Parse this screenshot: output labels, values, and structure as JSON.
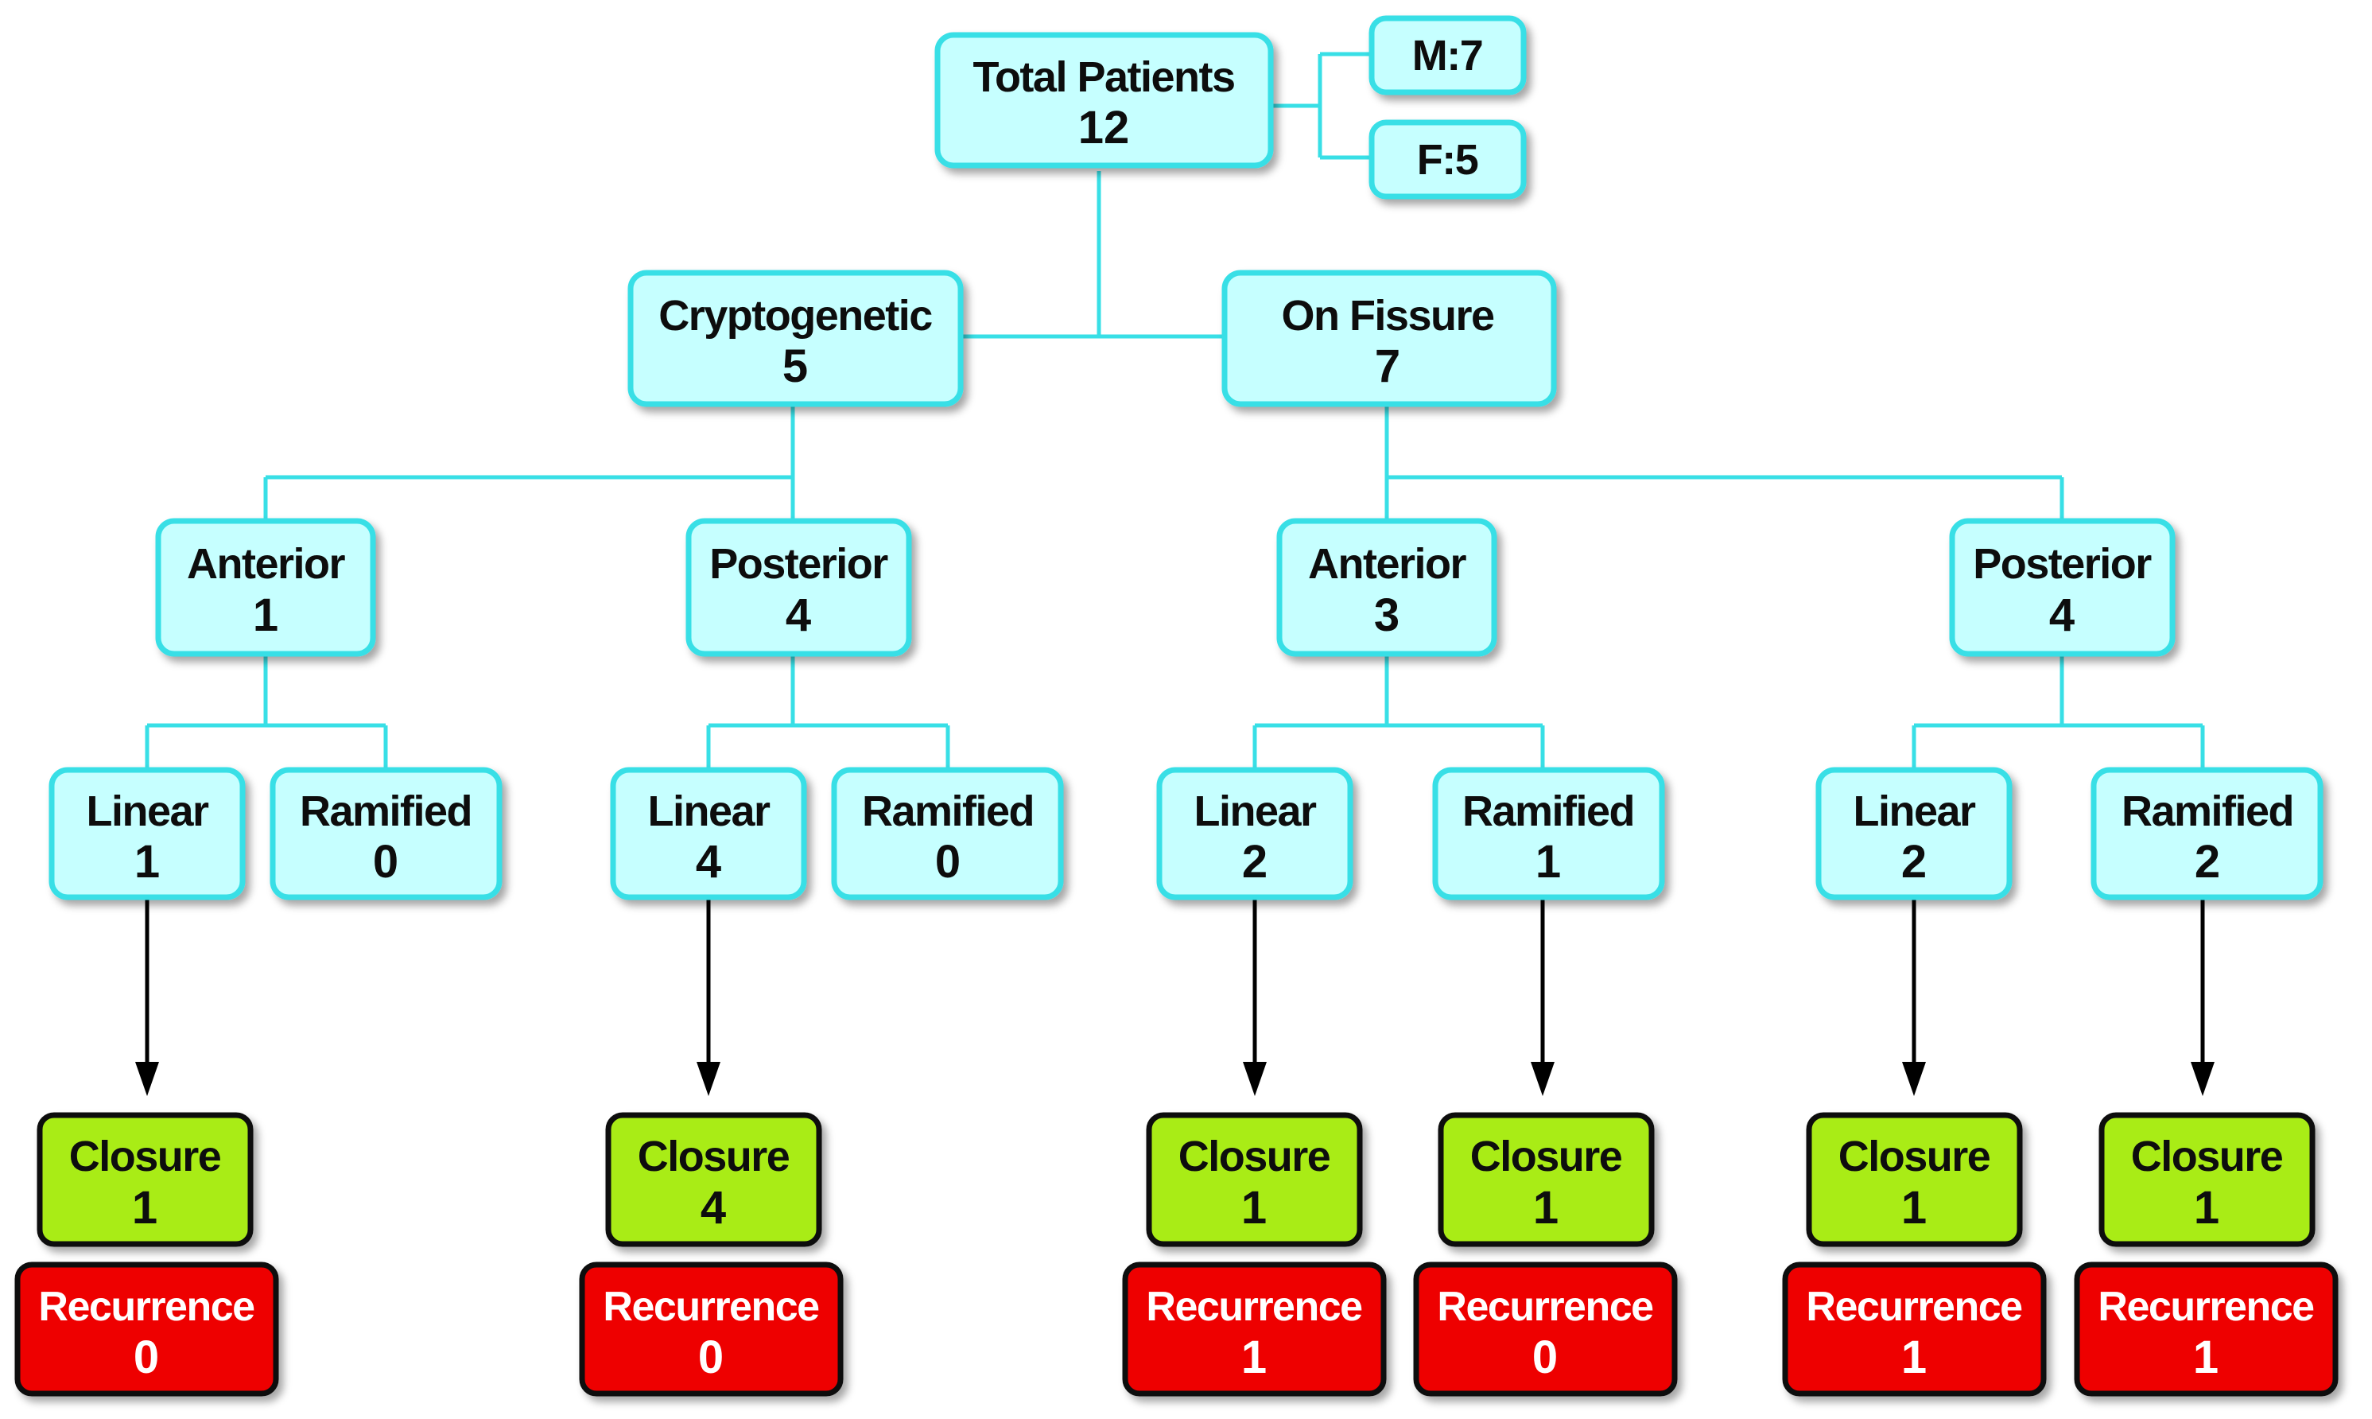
{
  "colors": {
    "cyan_fill": "#c6ffff",
    "cyan_stroke": "#38dfe6",
    "green_fill": "#a9ec18",
    "red_fill": "#ee0000",
    "dark_stroke": "#111111",
    "connector": "#38dfe6",
    "arrow": "#000000",
    "text_dark": "#111111",
    "text_light": "#ffffff"
  },
  "nodes": {
    "total": {
      "label": "Total Patients",
      "value": "12"
    },
    "male": {
      "label": "M:7"
    },
    "female": {
      "label": "F:5"
    },
    "cryptogenetic": {
      "label": "Cryptogenetic",
      "value": "5"
    },
    "on_fissure": {
      "label": "On Fissure",
      "value": "7"
    },
    "crypto_anterior": {
      "label": "Anterior",
      "value": "1"
    },
    "crypto_posterior": {
      "label": "Posterior",
      "value": "4"
    },
    "fissure_anterior": {
      "label": "Anterior",
      "value": "3"
    },
    "fissure_posterior": {
      "label": "Posterior",
      "value": "4"
    },
    "ca_linear": {
      "label": "Linear",
      "value": "1"
    },
    "ca_ramified": {
      "label": "Ramified",
      "value": "0"
    },
    "cp_linear": {
      "label": "Linear",
      "value": "4"
    },
    "cp_ramified": {
      "label": "Ramified",
      "value": "0"
    },
    "fa_linear": {
      "label": "Linear",
      "value": "2"
    },
    "fa_ramified": {
      "label": "Ramified",
      "value": "1"
    },
    "fp_linear": {
      "label": "Linear",
      "value": "2"
    },
    "fp_ramified": {
      "label": "Ramified",
      "value": "2"
    },
    "closure_1": {
      "label": "Closure",
      "value": "1"
    },
    "closure_2": {
      "label": "Closure",
      "value": "4"
    },
    "closure_3": {
      "label": "Closure",
      "value": "1"
    },
    "closure_4": {
      "label": "Closure",
      "value": "1"
    },
    "closure_5": {
      "label": "Closure",
      "value": "1"
    },
    "closure_6": {
      "label": "Closure",
      "value": "1"
    },
    "recurrence_1": {
      "label": "Recurrence",
      "value": "0"
    },
    "recurrence_2": {
      "label": "Recurrence",
      "value": "0"
    },
    "recurrence_3": {
      "label": "Recurrence",
      "value": "1"
    },
    "recurrence_4": {
      "label": "Recurrence",
      "value": "0"
    },
    "recurrence_5": {
      "label": "Recurrence",
      "value": "1"
    },
    "recurrence_6": {
      "label": "Recurrence",
      "value": "1"
    }
  }
}
